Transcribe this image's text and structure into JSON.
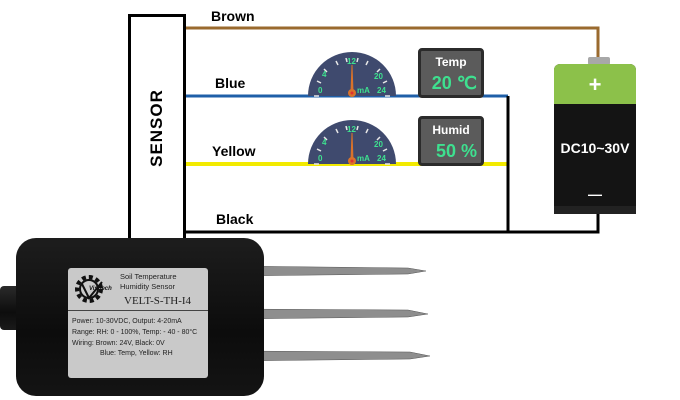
{
  "sensor": {
    "label": "SENSOR"
  },
  "wires": [
    {
      "name": "Brown",
      "color": "#9a6a2e"
    },
    {
      "name": "Blue",
      "color": "#1f5fa8"
    },
    {
      "name": "Yellow",
      "color": "#f2ea00"
    },
    {
      "name": "Black",
      "color": "#000000"
    }
  ],
  "gauges": [
    {
      "ticks": [
        "0",
        "4",
        "12",
        "20",
        "24"
      ],
      "unit": "mA",
      "channel": "Blue"
    },
    {
      "ticks": [
        "0",
        "4",
        "12",
        "20",
        "24"
      ],
      "unit": "mA",
      "channel": "Yellow"
    }
  ],
  "displays": [
    {
      "label": "Temp",
      "value": "20 ℃"
    },
    {
      "label": "Humid",
      "value": "50 %"
    }
  ],
  "battery": {
    "positive": "+",
    "negative": "—",
    "label": "DC10~30V"
  },
  "probe": {
    "brand": "Visitech",
    "title_line1": "Soil Temperature",
    "title_line2": "Humidity Sensor",
    "model": "VELT-S-TH-I4",
    "spec_lines": [
      "Power: 10-30VDC,  Output: 4-20mA",
      "Range: RH: 0 - 100%, Temp: - 40 - 80°C",
      "Wiring: Brown: 24V, Black: 0V",
      "Blue: Temp, Yellow: RH"
    ]
  },
  "colors": {
    "gauge_face": "#3f4a6e",
    "gauge_text": "#3ee08f",
    "needle": "#d9722a",
    "display_bg": "#5b5b5b",
    "display_text": "#3ee08f",
    "battery_top": "#8cc14a",
    "battery_body": "#141414"
  }
}
